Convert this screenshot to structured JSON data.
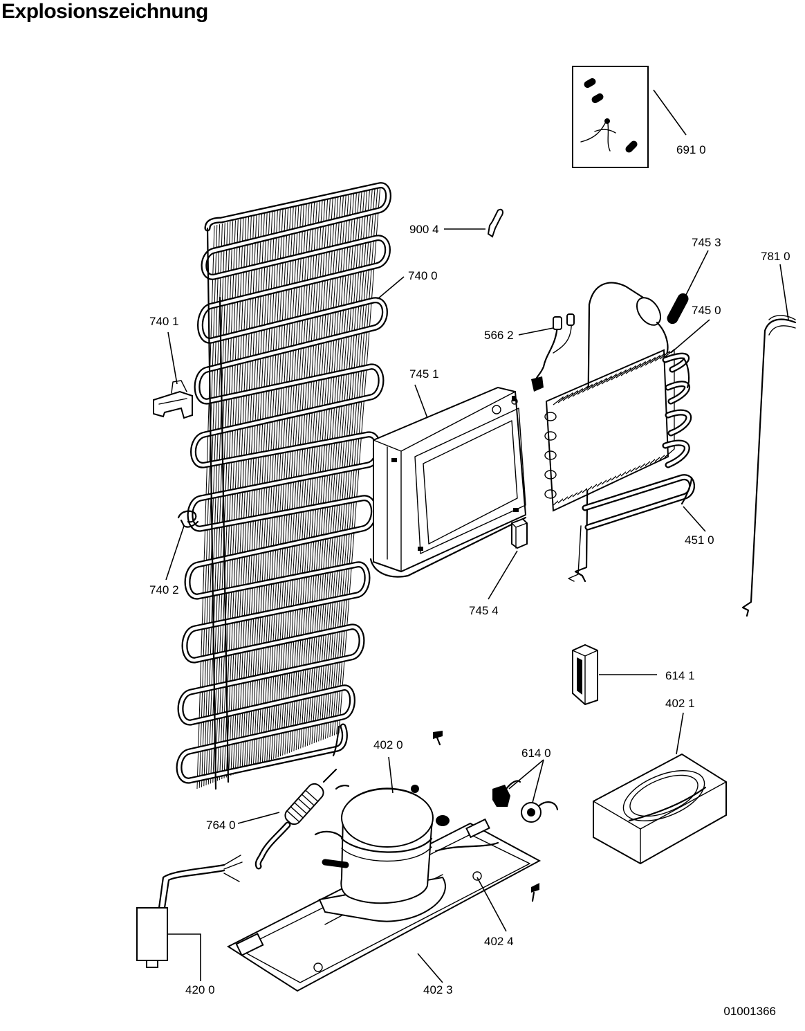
{
  "title": "Explosionszeichnung",
  "document_number": "01001366",
  "part_labels": [
    {
      "id": "label-6910",
      "text": "691 0"
    },
    {
      "id": "label-9004",
      "text": "900 4"
    },
    {
      "id": "label-7453",
      "text": "745  3"
    },
    {
      "id": "label-7810",
      "text": "781  0"
    },
    {
      "id": "label-7400",
      "text": "740 0"
    },
    {
      "id": "label-7450",
      "text": "745 0"
    },
    {
      "id": "label-7401",
      "text": "740 1"
    },
    {
      "id": "label-5662",
      "text": "566  2"
    },
    {
      "id": "label-7451",
      "text": "745 1"
    },
    {
      "id": "label-4510",
      "text": "451 0"
    },
    {
      "id": "label-7402",
      "text": "740 2"
    },
    {
      "id": "label-7454",
      "text": "745 4"
    },
    {
      "id": "label-6141",
      "text": "614  1"
    },
    {
      "id": "label-4021",
      "text": "402  1"
    },
    {
      "id": "label-4020",
      "text": "402 0"
    },
    {
      "id": "label-6140",
      "text": "614  0"
    },
    {
      "id": "label-7640",
      "text": "764 0"
    },
    {
      "id": "label-4024",
      "text": "402  4"
    },
    {
      "id": "label-4200",
      "text": "420 0"
    },
    {
      "id": "label-4023",
      "text": "402 3"
    }
  ]
}
